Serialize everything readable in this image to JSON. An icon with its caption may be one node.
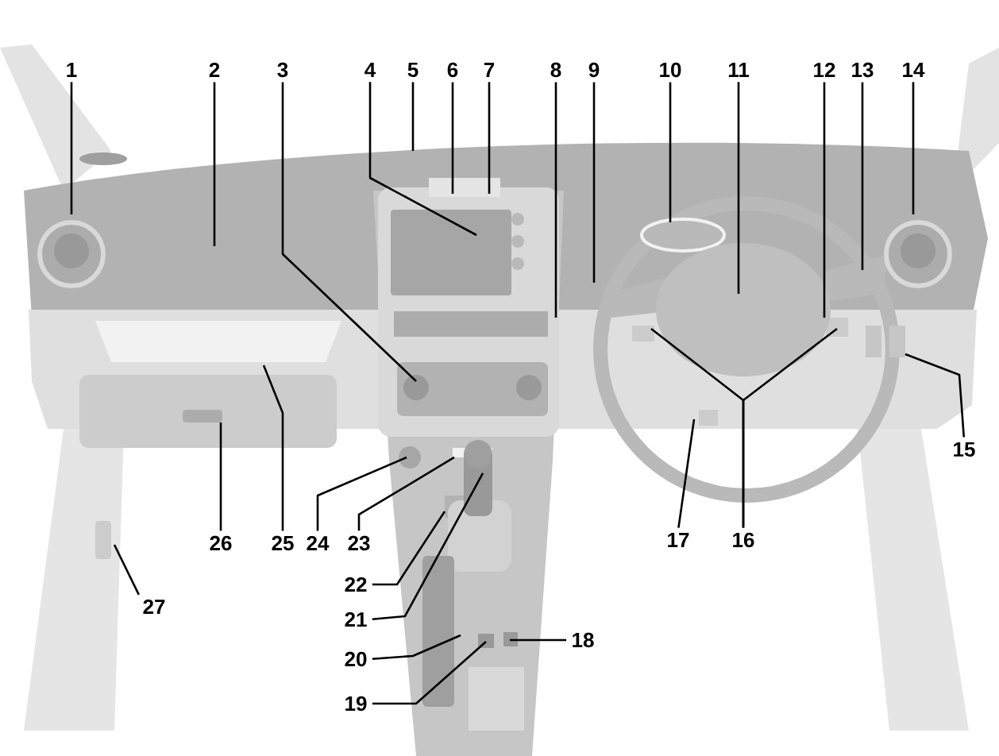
{
  "diagram": {
    "nodes": [
      {
        "text": [
          "1"
        ]
      },
      {
        "text": [
          "2"
        ]
      },
      {
        "text": [
          "3"
        ]
      },
      {
        "text": [
          "4"
        ]
      },
      {
        "text": [
          "5"
        ]
      },
      {
        "text": [
          "6"
        ]
      },
      {
        "text": [
          "7"
        ]
      },
      {
        "text": [
          "8"
        ]
      },
      {
        "text": [
          "9"
        ]
      },
      {
        "text": [
          "10"
        ]
      },
      {
        "text": [
          "11"
        ]
      },
      {
        "text": [
          "12"
        ]
      },
      {
        "text": [
          "13"
        ]
      },
      {
        "text": [
          "14"
        ]
      },
      {
        "text": [
          "15"
        ]
      },
      {
        "text": [
          "16"
        ]
      },
      {
        "text": [
          "17"
        ]
      },
      {
        "text": [
          "18"
        ]
      },
      {
        "text": [
          "19"
        ]
      },
      {
        "text": [
          "20"
        ]
      },
      {
        "text": [
          "21"
        ]
      },
      {
        "text": [
          "22"
        ]
      },
      {
        "text": [
          "23"
        ]
      },
      {
        "text": [
          "24"
        ]
      },
      {
        "text": [
          "25"
        ]
      },
      {
        "text": [
          "26"
        ]
      },
      {
        "text": [
          "27"
        ]
      }
    ],
    "edges": [
      {
        "from": 0,
        "to": null,
        "arrow": "none"
      },
      {
        "from": 1,
        "to": null,
        "arrow": "none"
      },
      {
        "from": 2,
        "to": null,
        "arrow": "none"
      },
      {
        "from": 3,
        "to": null,
        "arrow": "none"
      },
      {
        "from": 4,
        "to": null,
        "arrow": "none"
      },
      {
        "from": 5,
        "to": null,
        "arrow": "none"
      },
      {
        "from": 6,
        "to": null,
        "arrow": "none"
      },
      {
        "from": 7,
        "to": null,
        "arrow": "none"
      },
      {
        "from": 8,
        "to": null,
        "arrow": "none"
      },
      {
        "from": 9,
        "to": null,
        "arrow": "none"
      },
      {
        "from": 10,
        "to": null,
        "arrow": "none"
      },
      {
        "from": 11,
        "to": null,
        "arrow": "none"
      },
      {
        "from": 12,
        "to": null,
        "arrow": "none"
      },
      {
        "from": 13,
        "to": null,
        "arrow": "none"
      },
      {
        "from": 14,
        "to": null,
        "arrow": "none"
      },
      {
        "from": 15,
        "to": null,
        "arrow": "none"
      },
      {
        "from": 15,
        "to": null,
        "arrow": "none"
      },
      {
        "from": 16,
        "to": null,
        "arrow": "none"
      },
      {
        "from": 17,
        "to": null,
        "arrow": "none"
      },
      {
        "from": 18,
        "to": null,
        "arrow": "none"
      },
      {
        "from": 19,
        "to": null,
        "arrow": "none"
      },
      {
        "from": 20,
        "to": null,
        "arrow": "none"
      },
      {
        "from": 21,
        "to": null,
        "arrow": "none"
      },
      {
        "from": 22,
        "to": null,
        "arrow": "none"
      },
      {
        "from": 23,
        "to": null,
        "arrow": "none"
      },
      {
        "from": 24,
        "to": null,
        "arrow": "none"
      },
      {
        "from": 25,
        "to": null,
        "arrow": "none"
      },
      {
        "from": 26,
        "to": null,
        "arrow": "none"
      }
    ]
  }
}
